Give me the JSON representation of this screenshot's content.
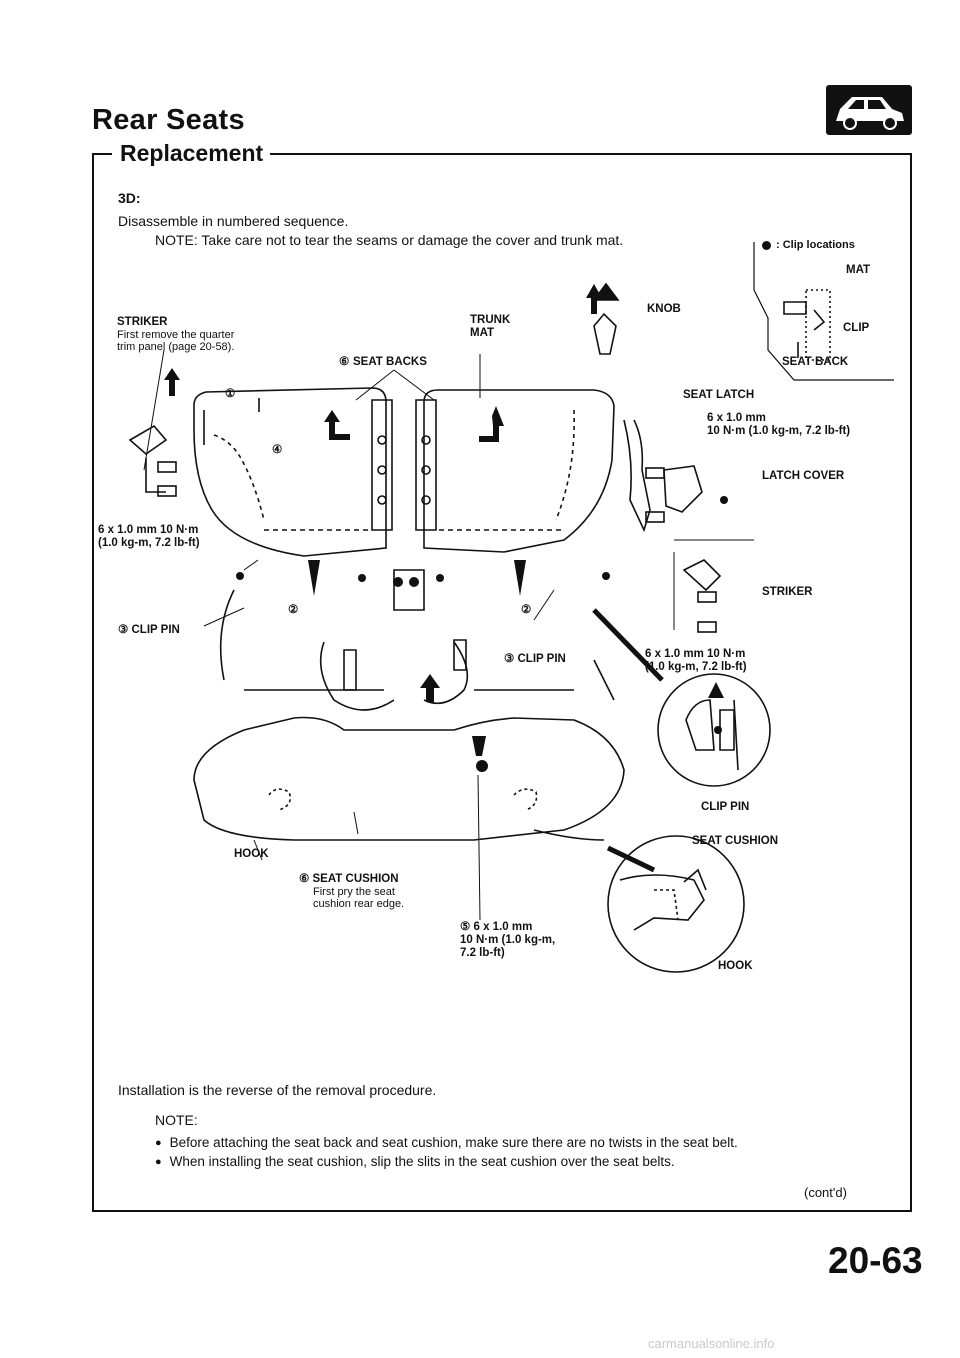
{
  "header": {
    "title": "Rear Seats",
    "subtitle": "Replacement",
    "page_number": "20-63",
    "icon": "car-hatchback-icon"
  },
  "intro": {
    "model": "3D:",
    "instruction": "Disassemble in numbered sequence.",
    "note": "NOTE:  Take care not to tear the seams or damage the cover and trunk mat."
  },
  "legend": {
    "text": ": Clip locations"
  },
  "labels": {
    "striker_left": "STRIKER",
    "striker_left_note": "First remove the quarter\ntrim panel (page 20-58).",
    "trunk_mat": "TRUNK\nMAT",
    "knob": "KNOB",
    "mat": "MAT",
    "clip": "CLIP",
    "seat_back_inset": "SEAT BACK",
    "seat_backs": "SEAT BACKS",
    "seat_backs_num": "⑥",
    "seat_latch": "SEAT LATCH",
    "bolt_latch": "6 x 1.0 mm\n10 N·m (1.0 kg-m, 7.2 lb-ft)",
    "latch_cover": "LATCH COVER",
    "bolt_left": "6 x 1.0 mm 10 N·m\n(1.0 kg-m, 7.2 lb-ft)",
    "clip_pin_left": "③ CLIP PIN",
    "clip_pin_center": "③ CLIP PIN",
    "striker_right": "STRIKER",
    "bolt_right": "6 x 1.0 mm 10 N·m\n(1.0 kg-m, 7.2 lb-ft)",
    "clip_pin_right": "CLIP PIN",
    "seat_cushion_right": "SEAT CUSHION",
    "hook_left": "HOOK",
    "seat_cushion_num": "⑥ SEAT CUSHION",
    "seat_cushion_note": "First pry the seat\ncushion rear edge.",
    "bolt_bottom": "⑤ 6 x 1.0 mm\n10 N·m (1.0 kg-m,\n7.2 lb-ft)",
    "hook_right": "HOOK",
    "num1": "①",
    "num2a": "②",
    "num2b": "②",
    "num4": "④"
  },
  "installation": {
    "text": "Installation is the reverse of the removal procedure.",
    "note_label": "NOTE:",
    "bullets": [
      "Before attaching the seat back and seat cushion, make sure there are no twists in the seat belt.",
      "When installing the seat cushion, slip the slits in the seat cushion over the seat belts."
    ]
  },
  "footer": {
    "cont": "(cont'd)",
    "watermark": "carmanualsonline.info"
  }
}
